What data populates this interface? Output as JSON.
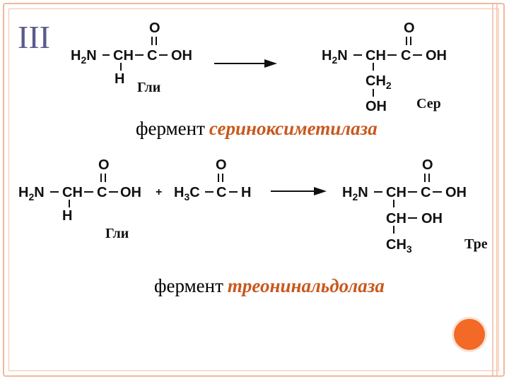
{
  "slide": {
    "section_numeral": "III",
    "reaction1": {
      "reactant_abbr": "Гли",
      "product_abbr": "Сер",
      "enzyme_prefix": "фермент",
      "enzyme_name": "сериноксиметилаза"
    },
    "reaction2": {
      "reactant1_abbr": "Гли",
      "plus": "+",
      "product_abbr": "Тре",
      "enzyme_prefix": "фермент",
      "enzyme_name": "треонинальдолаза"
    },
    "formula_labels": {
      "H2N": "H2N",
      "CH": "CH",
      "C": "C",
      "OH": "OH",
      "O": "O",
      "H": "H",
      "CH2": "CH2",
      "H3C": "H3C",
      "CH3": "CH3"
    },
    "colors": {
      "accent_text": "#c8581e",
      "roman_numeral": "#5b5a8c",
      "frame": "#f3b79c",
      "dot": "#f26a25"
    }
  }
}
